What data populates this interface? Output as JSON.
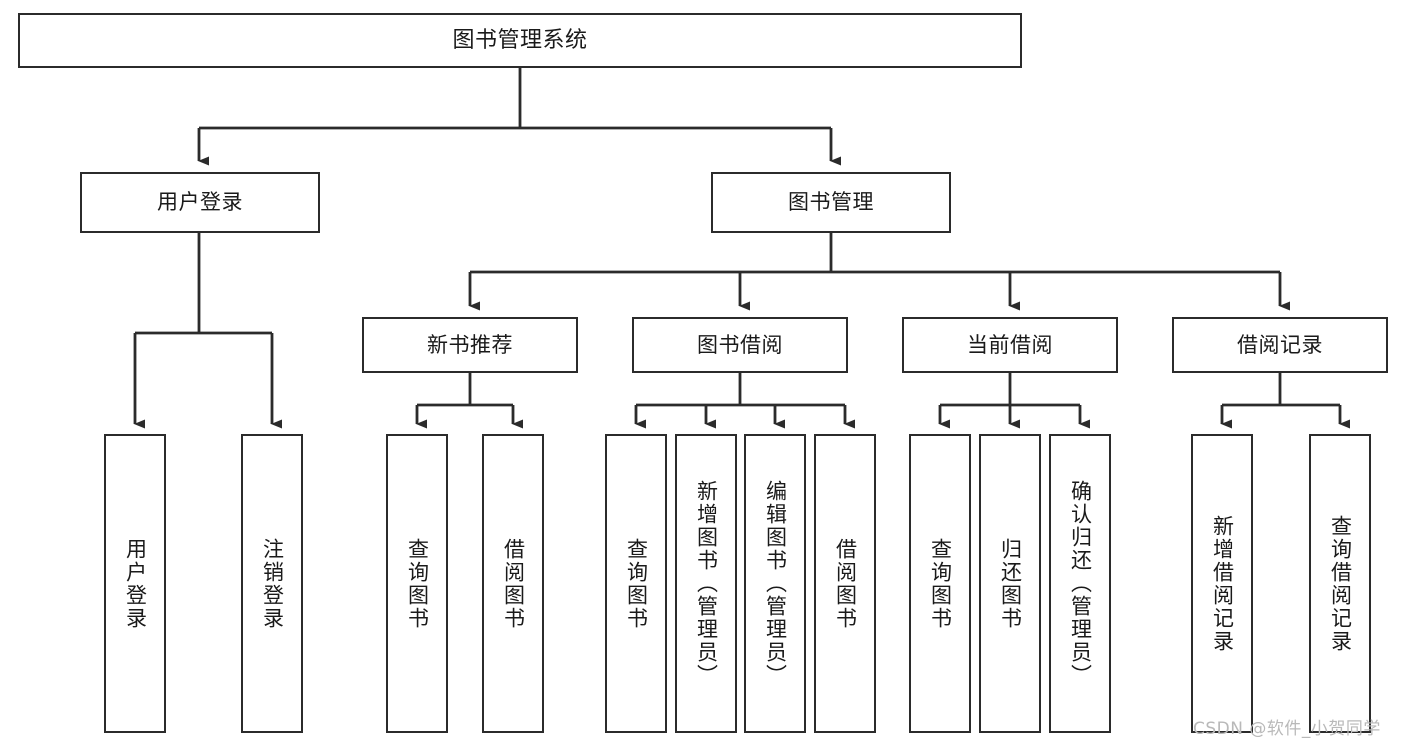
{
  "diagram": {
    "title": "图书管理系统",
    "type": "tree",
    "orientation": "top-down",
    "colors": {
      "stroke": "#2b2b2b",
      "fill": "#ffffff",
      "text": "#1a1a1a",
      "watermark": "#b9b9b9",
      "background": "#ffffff"
    },
    "root": {
      "label": "图书管理系统"
    },
    "level2": [
      {
        "label": "用户登录"
      },
      {
        "label": "图书管理"
      }
    ],
    "level3": [
      {
        "label": "新书推荐"
      },
      {
        "label": "图书借阅"
      },
      {
        "label": "当前借阅"
      },
      {
        "label": "借阅记录"
      }
    ],
    "leaves": {
      "user_login": [
        {
          "label": "用户登录"
        },
        {
          "label": "注销登录"
        }
      ],
      "new_book_recommend": [
        {
          "label": "查询图书"
        },
        {
          "label": "借阅图书"
        }
      ],
      "book_borrow": [
        {
          "label": "查询图书"
        },
        {
          "label": "新增图书（管理员）"
        },
        {
          "label": "编辑图书（管理员）"
        },
        {
          "label": "借阅图书"
        }
      ],
      "current_borrow": [
        {
          "label": "查询图书"
        },
        {
          "label": "归还图书"
        },
        {
          "label": "确认归还（管理员）"
        }
      ],
      "borrow_record": [
        {
          "label": "新增借阅记录"
        },
        {
          "label": "查询借阅记录"
        }
      ]
    }
  },
  "watermark": {
    "text": "CSDN @软件_小贺同学"
  }
}
